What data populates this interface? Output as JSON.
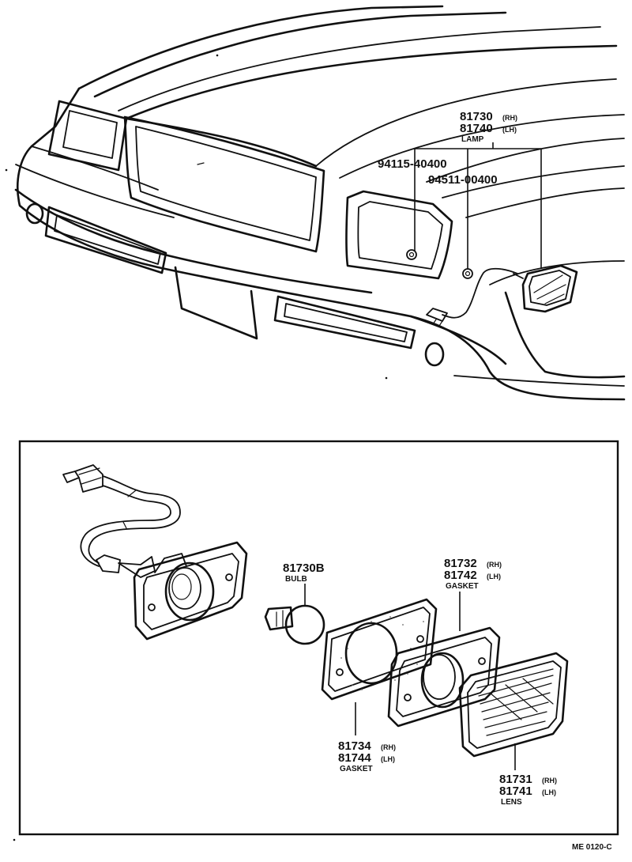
{
  "callouts": {
    "lamp": {
      "rh": "81730",
      "rh_sfx": "(RH)",
      "lh": "81740",
      "lh_sfx": "(LH)",
      "name": "LAMP"
    },
    "nut": {
      "part": "94115-40400"
    },
    "washer": {
      "part": "94511-00400"
    },
    "bulb": {
      "part": "81730B",
      "name": "BULB"
    },
    "gasket_outer": {
      "rh": "81732",
      "rh_sfx": "(RH)",
      "lh": "81742",
      "lh_sfx": "(LH)",
      "name": "GASKET"
    },
    "gasket_inner": {
      "rh": "81734",
      "rh_sfx": "(RH)",
      "lh": "81744",
      "lh_sfx": "(LH)",
      "name": "GASKET"
    },
    "lens": {
      "rh": "81731",
      "rh_sfx": "(RH)",
      "lh": "81741",
      "lh_sfx": "(LH)",
      "name": "LENS"
    }
  },
  "footer": {
    "code": "ME 0120-C"
  }
}
